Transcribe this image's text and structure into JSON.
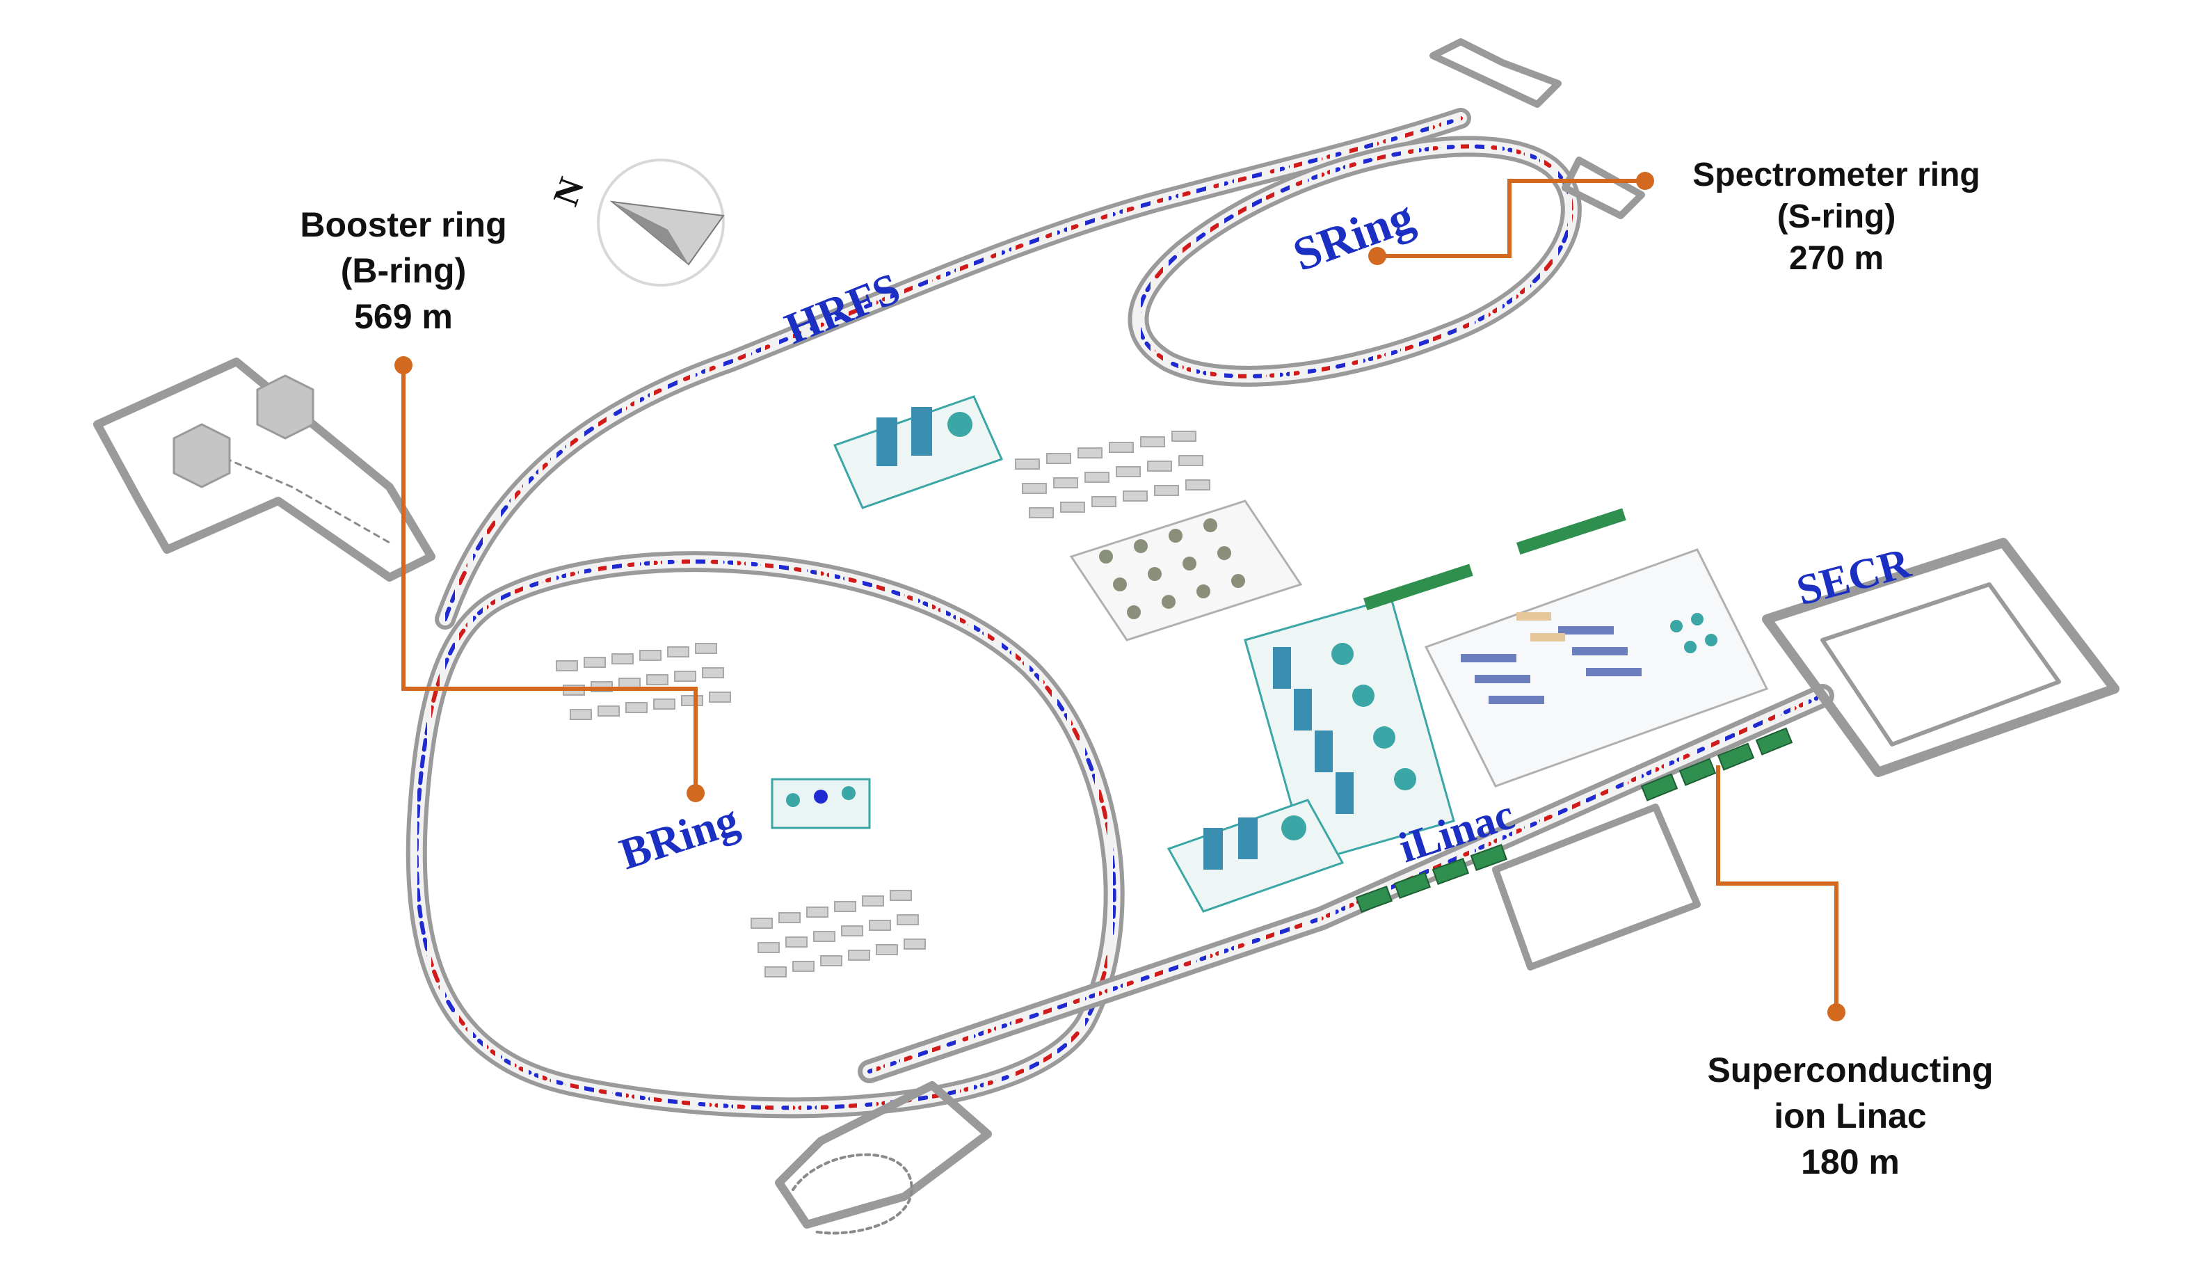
{
  "facility_labels": {
    "hrfs": "HRFS",
    "sring": "SRing",
    "bring": "BRing",
    "ilinac": "iLinac",
    "secr": "SECR",
    "compass_letter": "N"
  },
  "callouts": {
    "booster": {
      "line1": "Booster ring",
      "line2": "(B-ring)",
      "line3": "569 m"
    },
    "spectrometer": {
      "line1": "Spectrometer ring",
      "line2": "(S-ring)",
      "line3": "270 m"
    },
    "linac": {
      "line1": "Superconducting",
      "line2": "ion Linac",
      "line3": "180 m"
    }
  },
  "colors": {
    "tunnel": "#8d8d8d",
    "tunnel_fill": "#f4f4f4",
    "label_blue": "#1b2fc2",
    "callout_orange": "#d2691e",
    "magnet_blue": "#1f2bd1",
    "magnet_red": "#d11a1a",
    "cavity_green": "#2f8f4e",
    "equipment_teal": "#3aa6a6"
  }
}
